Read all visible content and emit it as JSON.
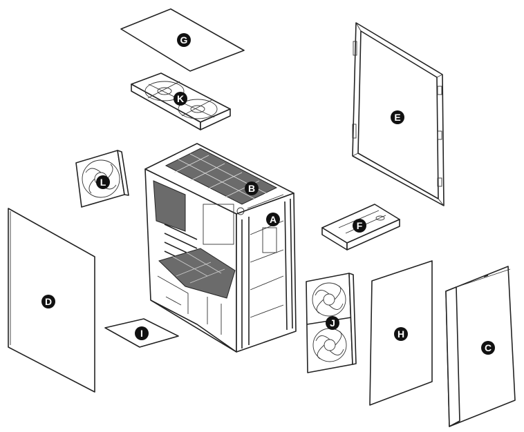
{
  "diagram": {
    "colors": {
      "line": "#222222",
      "badge": "#111111",
      "badge_text": "#ffffff",
      "mesh": "#6b6b6b"
    },
    "parts": [
      {
        "id": "A",
        "label": "A"
      },
      {
        "id": "B",
        "label": "B"
      },
      {
        "id": "C",
        "label": "C"
      },
      {
        "id": "D",
        "label": "D"
      },
      {
        "id": "E",
        "label": "E"
      },
      {
        "id": "F",
        "label": "F"
      },
      {
        "id": "G",
        "label": "G"
      },
      {
        "id": "H",
        "label": "H"
      },
      {
        "id": "I",
        "label": "I"
      },
      {
        "id": "J",
        "label": "J"
      },
      {
        "id": "K",
        "label": "K"
      },
      {
        "id": "L",
        "label": "L"
      }
    ]
  }
}
